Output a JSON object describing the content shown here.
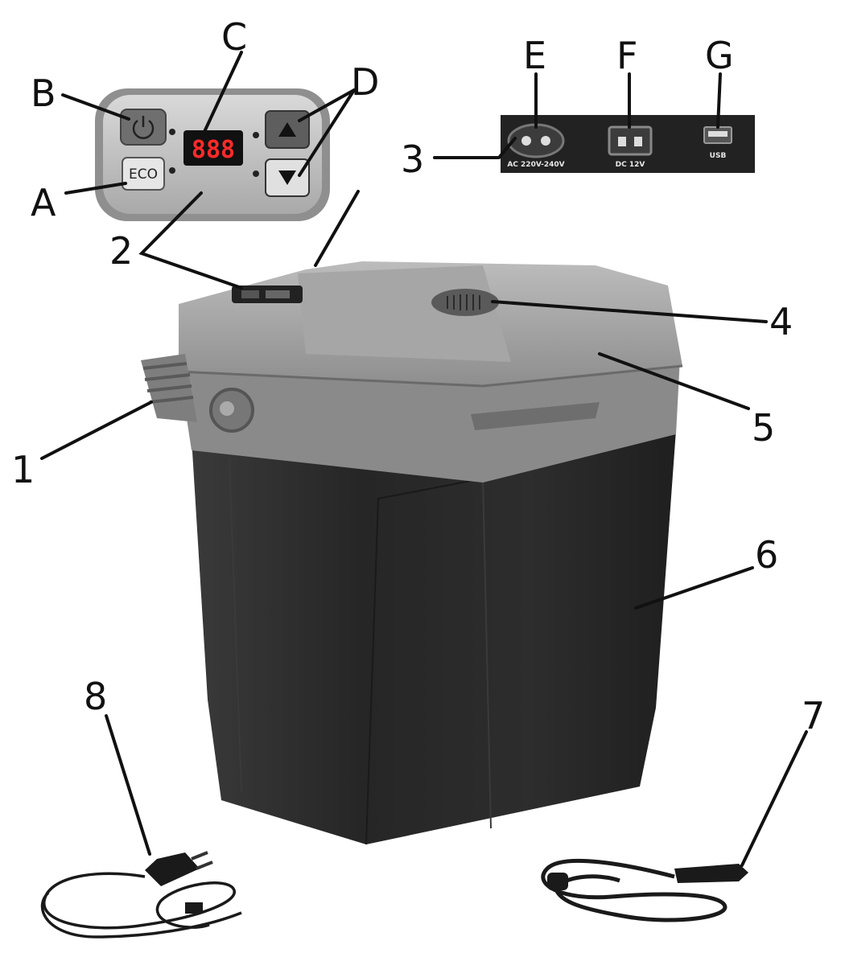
{
  "callouts": {
    "A": "A",
    "B": "B",
    "C": "C",
    "D": "D",
    "E": "E",
    "F": "F",
    "G": "G",
    "n1": "1",
    "n2": "2",
    "n3": "3",
    "n4": "4",
    "n5": "5",
    "n6": "6",
    "n7": "7",
    "n8": "8"
  },
  "control_panel": {
    "eco_label": "ECO",
    "display_value": "888",
    "power_icon": "power-icon",
    "up_icon": "arrow-up-icon",
    "down_icon": "arrow-down-icon"
  },
  "ports": {
    "ac_label": "AC 220V-240V",
    "dc_label": "DC 12V",
    "usb_label": "USB"
  },
  "colors": {
    "lid": "#9a9a9a",
    "body": "#2b2b2b",
    "panel": "#bdbdbd",
    "port_strip": "#222222",
    "display_digits": "#ff2a2a"
  }
}
